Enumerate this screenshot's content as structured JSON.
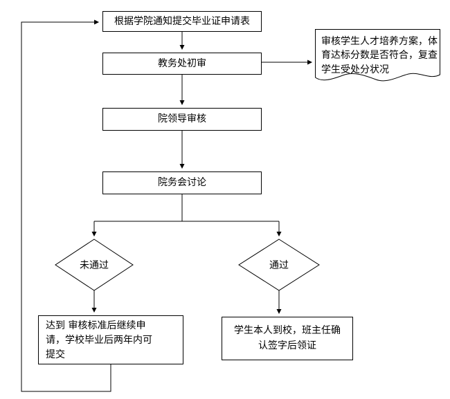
{
  "flowchart": {
    "nodes": {
      "submit": {
        "label": "根据学院通知提交毕业证申请表"
      },
      "initial_review": {
        "label": "教务处初审"
      },
      "review_note": {
        "label": "审核学生人才培养方案，体\n育达标分数是否符合，复查\n学生受处分状况"
      },
      "leader_review": {
        "label": "院领导审核"
      },
      "council": {
        "label": "院务会讨论"
      },
      "decision_fail": {
        "label": "未通过"
      },
      "decision_pass": {
        "label": "通过"
      },
      "fail_action": {
        "label": "达到 审核标准后继续申\n请，学校毕业后两年内可\n提交"
      },
      "pass_action": {
        "label": "学生本人到校，班主任确\n认签字后领证"
      }
    },
    "colors": {
      "line": "#000000",
      "box_border": "#000000",
      "background": "#ffffff",
      "text": "#000000"
    }
  }
}
